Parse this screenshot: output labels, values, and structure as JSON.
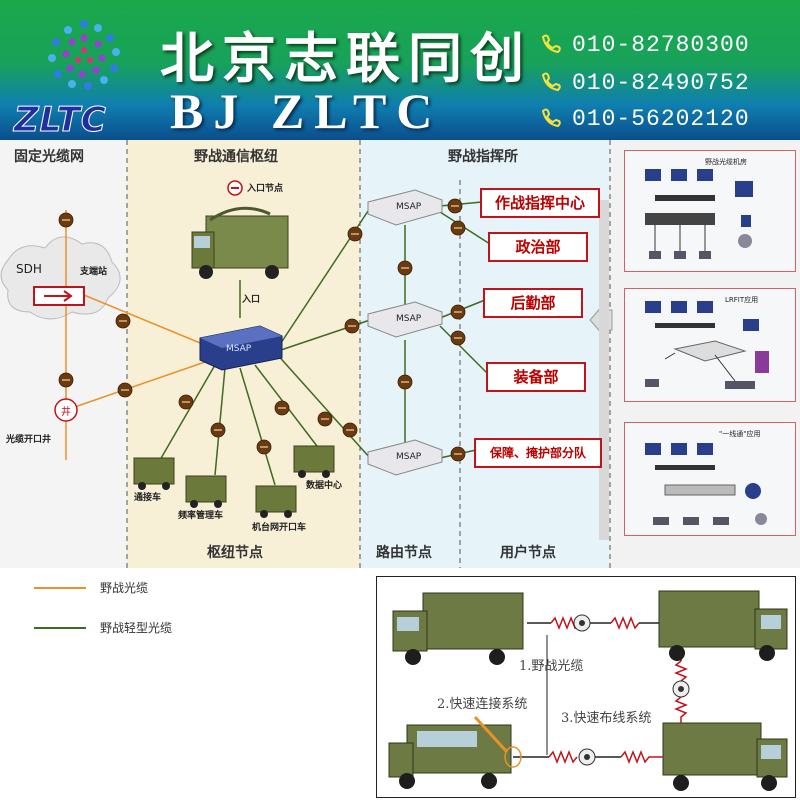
{
  "header": {
    "logo_text": "ZLTC",
    "company_cn": "北京志联同创",
    "company_en": "BJ ZLTC",
    "phones": [
      "010-82780300",
      "010-82490752",
      "010-56202120"
    ]
  },
  "zones": {
    "fixed": "固定光缆网",
    "hub": "野战通信枢纽",
    "command": "野战指挥所",
    "hub_footer": "枢纽节点",
    "route_footer": "路由节点",
    "user_footer": "用户节点"
  },
  "left": {
    "sdh": "SDH",
    "branch": "支端站",
    "well_symbol": "井",
    "well_label": "光缆开口井"
  },
  "hub": {
    "entry_node": "入口节点",
    "entry": "入口",
    "msap": "MSAP",
    "vehicles": [
      "通接车",
      "频率管理车",
      "机台网开口车",
      "数据中心"
    ]
  },
  "routers": [
    "MSAP",
    "MSAP",
    "MSAP"
  ],
  "commands": [
    "作战指挥中心",
    "政治部",
    "后勤部",
    "装备部",
    "保障、掩护部分队"
  ],
  "panels": [
    "野战光缆机房",
    "LRFIT应用",
    "\"一线通\"应用"
  ],
  "legend": [
    {
      "label": "野战光缆",
      "color": "#e8922a"
    },
    {
      "label": "野战轻型光缆",
      "color": "#3d6b1f"
    }
  ],
  "bottom": {
    "labels": [
      "1.野战光缆",
      "2.快速连接系统",
      "3.快速布线系统"
    ]
  }
}
